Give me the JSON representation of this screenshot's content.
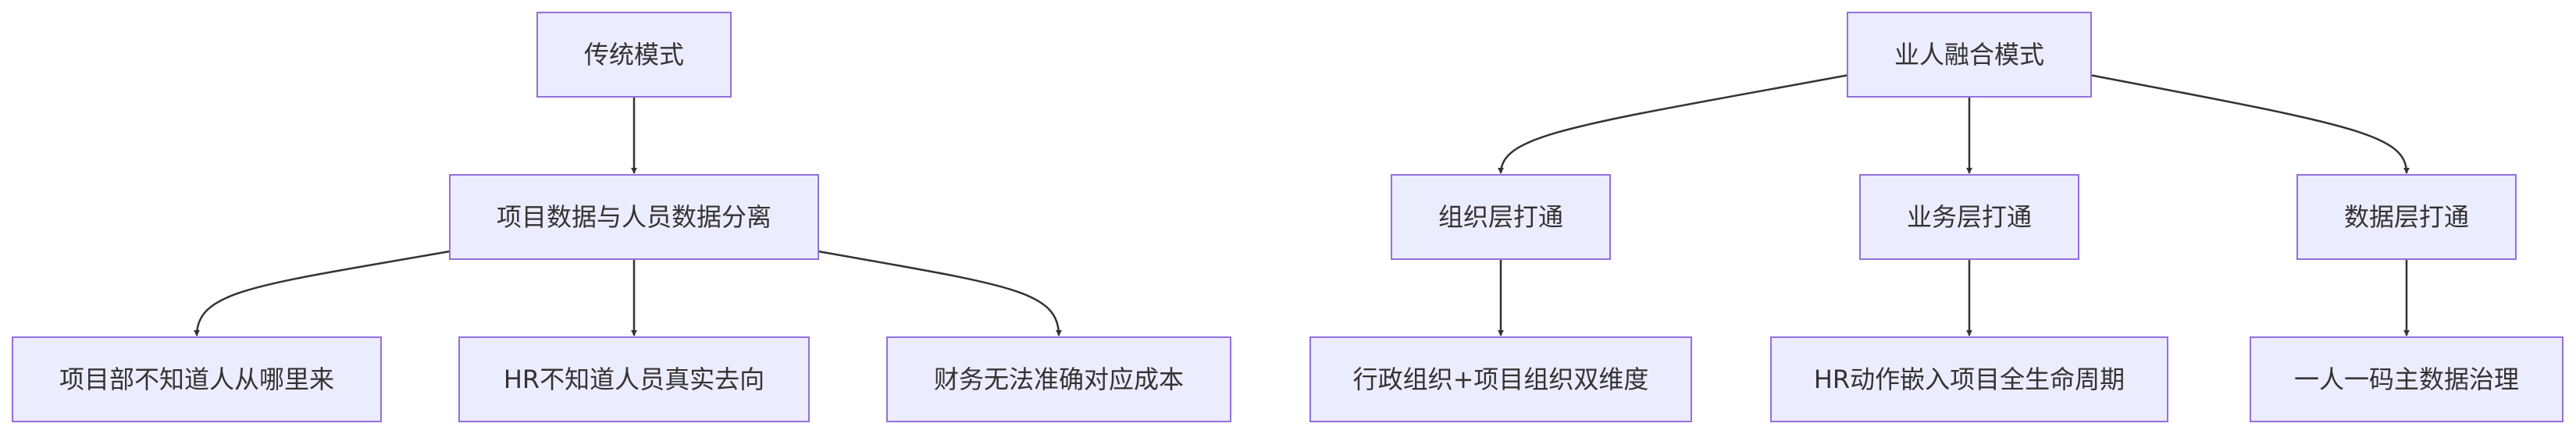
{
  "diagram": {
    "nodes": {
      "trad": "传统模式",
      "separate": "项目数据与人员数据分离",
      "t1": "项目部不知道人从哪里来",
      "t2": "HR不知道人员真实去向",
      "t3": "财务无法准确对应成本",
      "fusion": "业人融合模式",
      "org": "组织层打通",
      "biz": "业务层打通",
      "data": "数据层打通",
      "f1": "行政组织+项目组织双维度",
      "f2": "HR动作嵌入项目全生命周期",
      "f3": "一人一码主数据治理"
    },
    "edges": [
      [
        "trad",
        "separate"
      ],
      [
        "separate",
        "t1"
      ],
      [
        "separate",
        "t2"
      ],
      [
        "separate",
        "t3"
      ],
      [
        "fusion",
        "org"
      ],
      [
        "fusion",
        "biz"
      ],
      [
        "fusion",
        "data"
      ],
      [
        "org",
        "f1"
      ],
      [
        "biz",
        "f2"
      ],
      [
        "data",
        "f3"
      ]
    ]
  }
}
